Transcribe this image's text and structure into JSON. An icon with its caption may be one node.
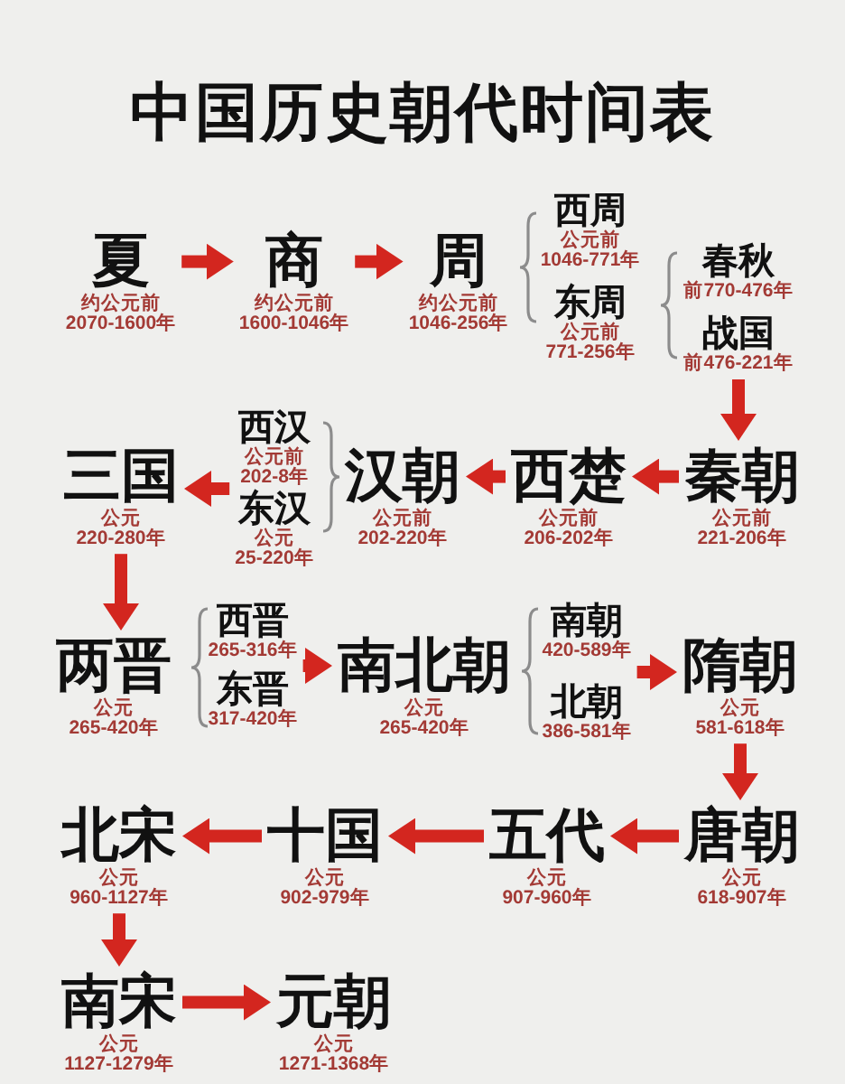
{
  "diagram": {
    "title": "中国历史朝代时间表",
    "nodes": [
      {
        "text": [
          "夏"
        ],
        "beside": [
          "约公元前2070-1600年"
        ]
      },
      {
        "text": [
          "商"
        ],
        "beside": [
          "约公元前1600-1046年"
        ]
      },
      {
        "text": [
          "周"
        ],
        "beside": [
          "约公元前1046-256年"
        ]
      },
      {
        "text": [
          "西周"
        ],
        "beside": [
          "公元前1046-771年"
        ]
      },
      {
        "text": [
          "东周"
        ],
        "beside": [
          "公元前771-256年"
        ]
      },
      {
        "text": [
          "春秋"
        ],
        "beside": [
          "前770-476年"
        ]
      },
      {
        "text": [
          "战国"
        ],
        "beside": [
          "前476-221年"
        ]
      },
      {
        "text": [
          "三国"
        ],
        "beside": [
          "公元220-280年"
        ]
      },
      {
        "text": [
          "西汉"
        ],
        "beside": [
          "公元前202-8年"
        ]
      },
      {
        "text": [
          "东汉"
        ],
        "beside": [
          "公元25-220年"
        ]
      },
      {
        "text": [
          "汉朝"
        ],
        "beside": [
          "公元前202-220年"
        ]
      },
      {
        "text": [
          "西楚"
        ],
        "beside": [
          "公元前206-202年"
        ]
      },
      {
        "text": [
          "秦朝"
        ],
        "beside": [
          "公元前221-206年"
        ]
      },
      {
        "text": [
          "两晋"
        ],
        "beside": [
          "公元265-420年"
        ]
      },
      {
        "text": [
          "西晋"
        ],
        "beside": [
          "265-316年"
        ]
      },
      {
        "text": [
          "东晋"
        ],
        "beside": [
          "317-420年"
        ]
      },
      {
        "text": [
          "南北朝"
        ],
        "beside": [
          "公元265-420年"
        ]
      },
      {
        "text": [
          "南朝"
        ],
        "beside": [
          "420-589年"
        ]
      },
      {
        "text": [
          "北朝"
        ],
        "beside": [
          "386-581年"
        ]
      },
      {
        "text": [
          "隋朝"
        ],
        "beside": [
          "公元581-618年"
        ]
      },
      {
        "text": [
          "北宋"
        ],
        "beside": [
          "公元960-1127年"
        ]
      },
      {
        "text": [
          "十国"
        ],
        "beside": [
          "公元902-979年"
        ]
      },
      {
        "text": [
          "五代"
        ],
        "beside": [
          "公元907-960年"
        ]
      },
      {
        "text": [
          "唐朝"
        ],
        "beside": [
          "公元618-907年"
        ]
      },
      {
        "text": [
          "南宋"
        ],
        "beside": [
          "公元1127-1279年"
        ]
      },
      {
        "text": [
          "元朝"
        ],
        "beside": [
          "公元1271-1368年"
        ]
      }
    ],
    "edges": [
      {
        "from": 0,
        "to": 1,
        "arrow": "to"
      },
      {
        "from": 1,
        "to": 2,
        "arrow": "to"
      },
      {
        "from": 6,
        "to": 12,
        "arrow": "to"
      },
      {
        "from": 12,
        "to": 11,
        "arrow": "to"
      },
      {
        "from": 11,
        "to": 10,
        "arrow": "to"
      },
      {
        "from": 8,
        "to": 7,
        "arrow": "to"
      },
      {
        "from": 9,
        "to": 7,
        "arrow": "to"
      },
      {
        "from": 7,
        "to": 13,
        "arrow": "to"
      },
      {
        "from": 14,
        "to": 16,
        "arrow": "to"
      },
      {
        "from": 15,
        "to": 16,
        "arrow": "to"
      },
      {
        "from": 17,
        "to": 19,
        "arrow": "to"
      },
      {
        "from": 18,
        "to": 19,
        "arrow": "to"
      },
      {
        "from": 19,
        "to": 23,
        "arrow": "to"
      },
      {
        "from": 23,
        "to": 22,
        "arrow": "to"
      },
      {
        "from": 22,
        "to": 21,
        "arrow": "to"
      },
      {
        "from": 21,
        "to": 20,
        "arrow": "to"
      },
      {
        "from": 20,
        "to": 24,
        "arrow": "to"
      },
      {
        "from": 24,
        "to": 25,
        "arrow": "to"
      }
    ]
  }
}
